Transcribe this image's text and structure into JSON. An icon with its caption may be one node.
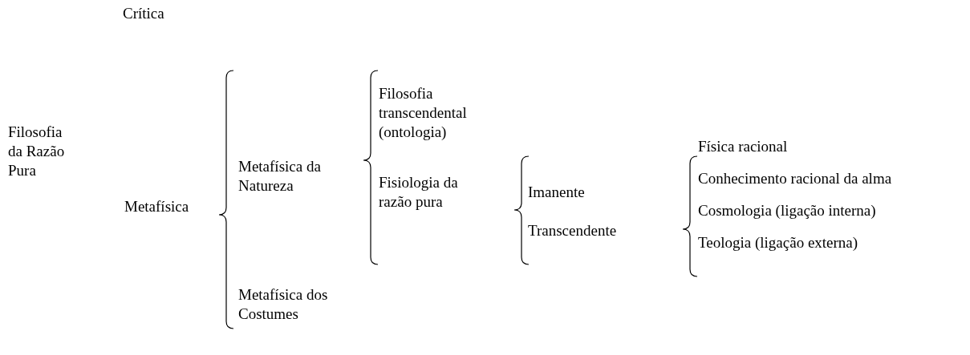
{
  "diagram": {
    "labels": [
      "Crítica",
      "Filosofia da Razão Pura",
      "Metafísica",
      "Metafísica da Natureza",
      "Metafísica dos Costumes",
      "Filosofia transcendental (ontologia)",
      "Fisiologia da razão pura",
      "Imanente",
      "Transcendente",
      "Física racional",
      "Conhecimento racional da alma",
      "Cosmologia (ligação interna)",
      "Teologia (ligação externa)"
    ]
  }
}
